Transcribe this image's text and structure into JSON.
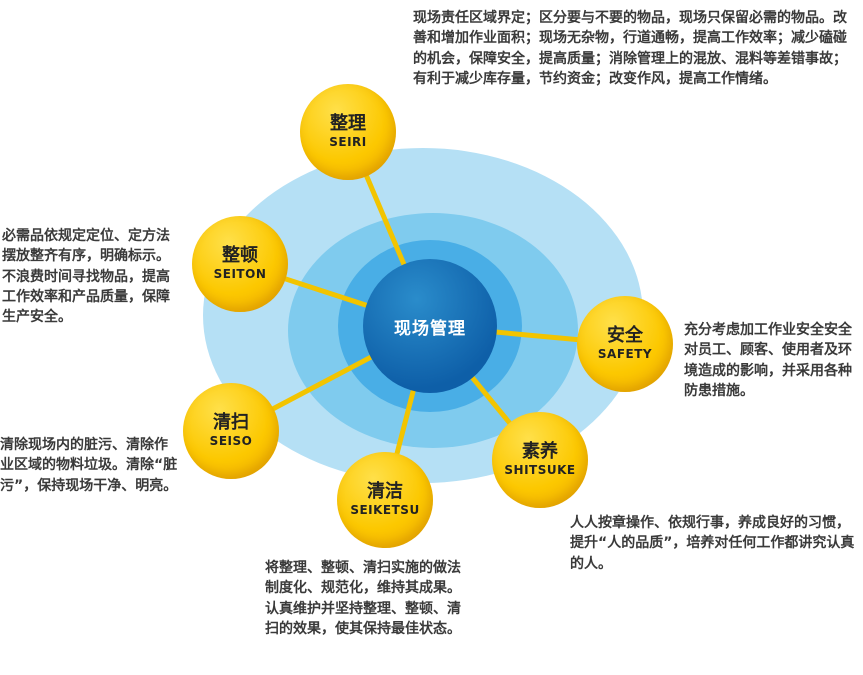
{
  "center": {
    "label": "现场管理"
  },
  "nodes": [
    {
      "zh": "整理",
      "en": "SEIRI"
    },
    {
      "zh": "整顿",
      "en": "SEITON"
    },
    {
      "zh": "清扫",
      "en": "SEISO"
    },
    {
      "zh": "清洁",
      "en": "SEIKETSU"
    },
    {
      "zh": "素养",
      "en": "SHITSUKE"
    },
    {
      "zh": "安全",
      "en": "SAFETY"
    }
  ],
  "descriptions": {
    "seiri": "现场责任区域界定；区分要与不要的物品，现场只保留必需的物品。改善和增加作业面积；现场无杂物，行道通畅，提高工作效率；减少磕碰的机会，保障安全，提高质量；消除管理上的混放、混料等差错事故；有利于减少库存量，节约资金；改变作风，提高工作情绪。",
    "seiton": "必需品依规定定位、定方法摆放整齐有序，明确标示。不浪费时间寻找物品，提高工作效率和产品质量，保障生产安全。",
    "seiso": "清除现场内的脏污、清除作业区域的物料垃圾。清除“脏污”，保持现场干净、明亮。",
    "seiketsu": "将整理、整顿、清扫实施的做法制度化、规范化，维持其成果。认真维护并坚持整理、整顿、清扫的效果，使其保持最佳状态。",
    "shitsuke": "人人按章操作、依规行事，养成良好的习惯，提升“人的品质”，培养对任何工作都讲究认真的人。",
    "safety": "充分考虑加工作业安全安全对员工、顾客、使用者及环境造成的影响，并采用各种防患措施。"
  },
  "colors": {
    "outer_ring": "#b5e0f5",
    "middle_ring": "#7fcbee",
    "inner_ring": "#49aee6",
    "center_circle": "#0e5fa8",
    "node_fill": "#fcc800",
    "connector": "#f2c400",
    "text": "#3a3a3a"
  }
}
